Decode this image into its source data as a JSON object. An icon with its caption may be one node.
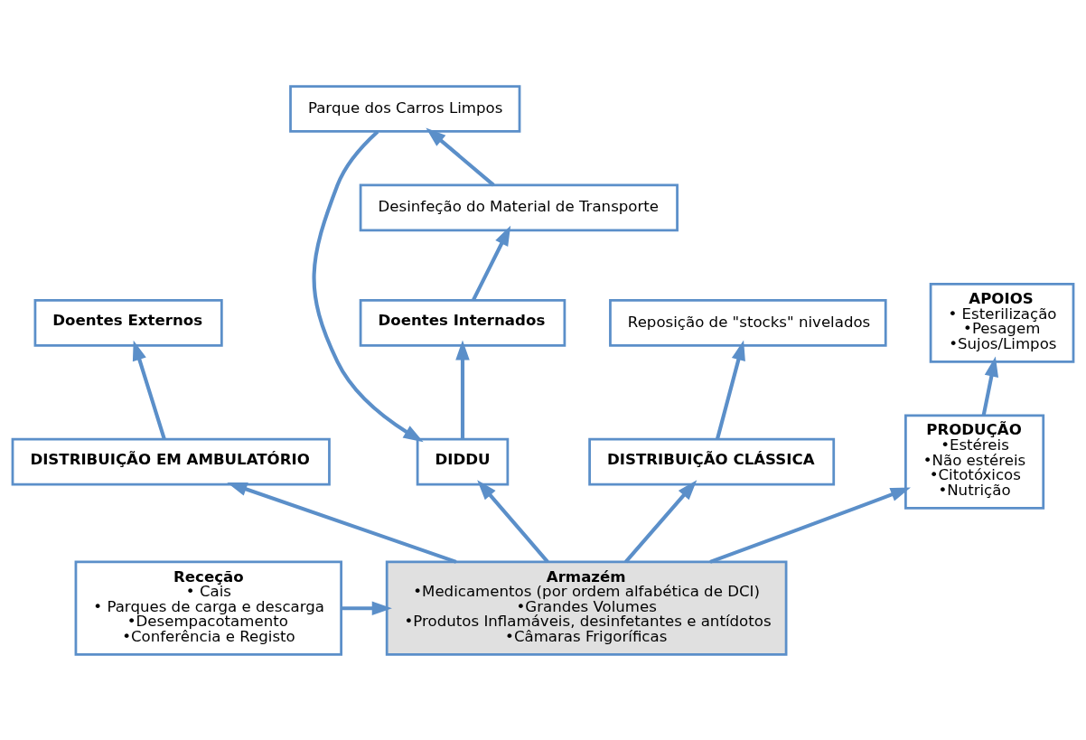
{
  "diagram": {
    "nodes": [
      {
        "text": [
          "DISTRIBUIÇÃO EM AMBULATÓRIO"
        ]
      },
      {
        "text": [
          "Doentes Externos"
        ]
      },
      {
        "text": [
          "Doentes Internados"
        ]
      },
      {
        "text": [
          "Desinfeção do Material de Transporte"
        ]
      },
      {
        "text": [
          "Parque dos Carros Limpos"
        ]
      },
      {
        "text": [
          "DIDDU"
        ]
      },
      {
        "text": [
          "DISTRIBUIÇÃO CLÁSSICA"
        ]
      },
      {
        "text": [
          "Reposição de \"stocks\" nivelados"
        ]
      },
      {
        "text": [
          "PRODUÇÃO",
          "•Estéreis",
          "•Não estéreis",
          "•Citotóxicos",
          "•Nutrição"
        ]
      },
      {
        "text": [
          "APOIOS",
          "• Esterilização",
          "•Pesagem",
          "•Sujos/Limpos"
        ]
      },
      {
        "text": [
          "Armazém",
          "•Medicamentos (por ordem alfabética de DCI)",
          "•Grandes Volumes",
          "•Produtos Inflamáveis, desinfetantes e antídotos",
          "•Câmaras Frigoríficas"
        ]
      },
      {
        "text": [
          "Receção",
          "• Cais",
          "• Parques de carga e descarga",
          "•Desempacotamento",
          "•Conferência e Registo"
        ]
      }
    ],
    "edges": [
      {
        "from": 10,
        "to": 0,
        "arrow": "to"
      },
      {
        "from": 0,
        "to": 1,
        "arrow": "to"
      },
      {
        "from": 2,
        "to": 3,
        "arrow": "to"
      },
      {
        "from": 3,
        "to": 4,
        "arrow": "to"
      },
      {
        "from": 4,
        "to": 5,
        "arrow": "to"
      },
      {
        "from": 5,
        "to": 2,
        "arrow": "to"
      },
      {
        "from": 10,
        "to": 5,
        "arrow": "to"
      },
      {
        "from": 10,
        "to": 6,
        "arrow": "to"
      },
      {
        "from": 6,
        "to": 7,
        "arrow": "to"
      },
      {
        "from": 10,
        "to": 8,
        "arrow": "to"
      },
      {
        "from": 8,
        "to": 9,
        "arrow": "to"
      },
      {
        "from": 11,
        "to": 10,
        "arrow": "to"
      }
    ]
  }
}
